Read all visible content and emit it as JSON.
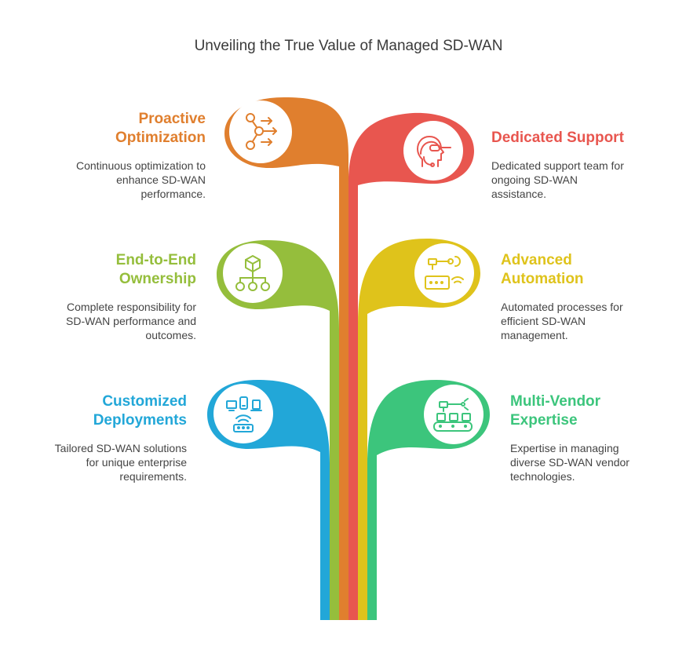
{
  "title": "Unveiling the True Value of Managed SD-WAN",
  "colors": {
    "orange": "#E07F2E",
    "red": "#E8564F",
    "green_light": "#95BE3C",
    "yellow": "#DFC31B",
    "blue": "#22A7D8",
    "green": "#3CC57C"
  },
  "items": [
    {
      "id": "proactive-optimization",
      "heading_line1": "Proactive",
      "heading_line2": "Optimization",
      "desc_line1": "Continuous optimization to",
      "desc_line2": "enhance SD-WAN",
      "desc_line3": "performance.",
      "icon": "share-arrows-icon",
      "color": "#E07F2E"
    },
    {
      "id": "dedicated-support",
      "heading_line1": "Dedicated Support",
      "heading_line2": "",
      "desc_line1": "Dedicated support team for",
      "desc_line2": "ongoing SD-WAN",
      "desc_line3": "assistance.",
      "icon": "headset-agent-icon",
      "color": "#E8564F"
    },
    {
      "id": "end-to-end-ownership",
      "heading_line1": "End-to-End",
      "heading_line2": "Ownership",
      "desc_line1": "Complete responsibility for",
      "desc_line2": "SD-WAN performance and",
      "desc_line3": "outcomes.",
      "icon": "cube-hierarchy-icon",
      "color": "#95BE3C"
    },
    {
      "id": "advanced-automation",
      "heading_line1": "Advanced",
      "heading_line2": "Automation",
      "desc_line1": "Automated processes for",
      "desc_line2": "efficient SD-WAN",
      "desc_line3": "management.",
      "icon": "robot-arm-icon",
      "color": "#DFC31B"
    },
    {
      "id": "customized-deployments",
      "heading_line1": "Customized",
      "heading_line2": "Deployments",
      "desc_line1": "Tailored SD-WAN solutions",
      "desc_line2": "for unique enterprise",
      "desc_line3": "requirements.",
      "icon": "network-devices-icon",
      "color": "#22A7D8"
    },
    {
      "id": "multi-vendor-expertise",
      "heading_line1": "Multi-Vendor",
      "heading_line2": "Expertise",
      "desc_line1": "Expertise in managing",
      "desc_line2": "diverse SD-WAN vendor",
      "desc_line3": "technologies.",
      "icon": "conveyor-robot-icon",
      "color": "#3CC57C"
    }
  ]
}
